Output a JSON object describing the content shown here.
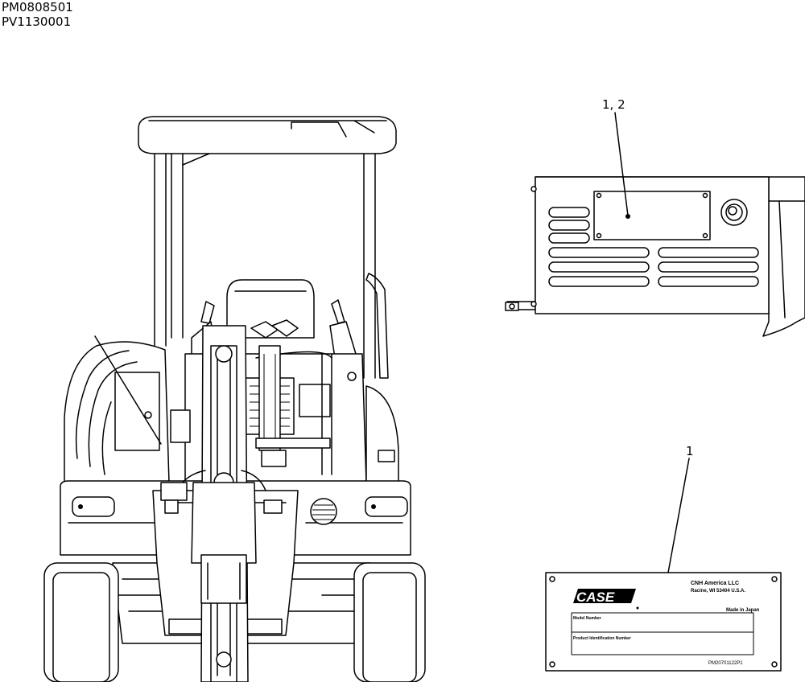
{
  "drawing_codes": [
    "PM0808501",
    "PV1130001"
  ],
  "callouts": {
    "callout_top": "1, 2",
    "callout_bottom": "1"
  },
  "plate": {
    "brand": "CASE",
    "company": "CNH America LLC",
    "address": "Racine, WI 53404  U.S.A.",
    "made_in": "Made in Japan",
    "model_label": "Model Number",
    "pin_label": "Product Identification Number",
    "part_code": "PM20701122P1"
  },
  "colors": {
    "line": "#000000",
    "background": "#ffffff"
  }
}
